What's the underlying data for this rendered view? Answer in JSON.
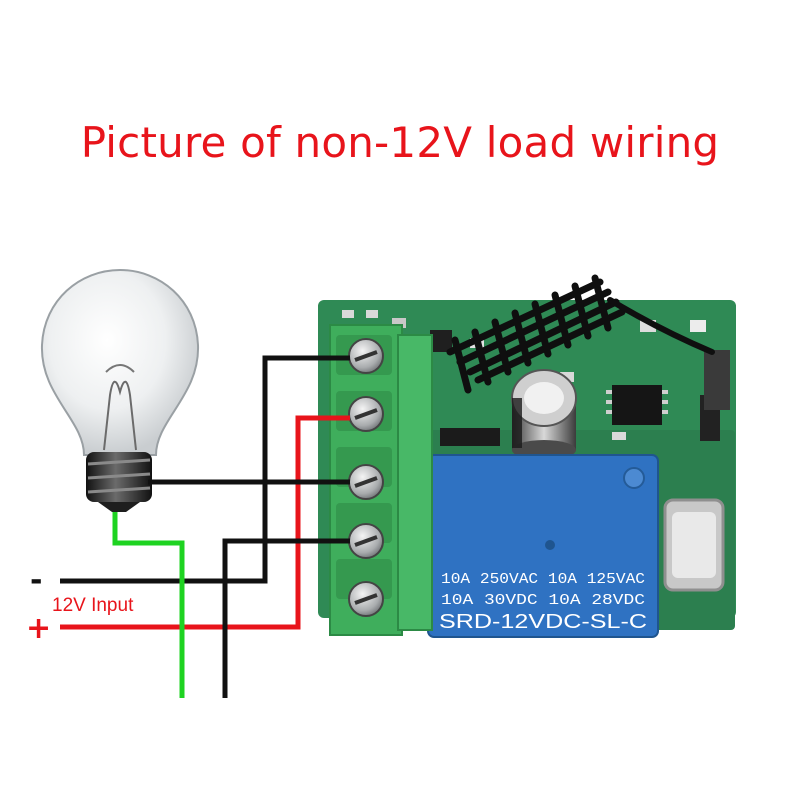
{
  "title": "Picture of non-12V load wiring",
  "input": {
    "minus_sign": "-",
    "label": "12V Input",
    "plus_sign": "+"
  },
  "relay": {
    "line1": "10A 250VAC 10A 125VAC",
    "line2": "10A 30VDC 10A 28VDC",
    "model": "SRD-12VDC-SL-C"
  },
  "colors": {
    "title": "#e8141b",
    "wire_black": "#111111",
    "wire_red": "#e8141b",
    "wire_green": "#1ed321",
    "terminal_block": "#3fae5c",
    "pcb": "#2f8a55",
    "relay": "#2f72c2",
    "relay_text": "#ffffff"
  }
}
